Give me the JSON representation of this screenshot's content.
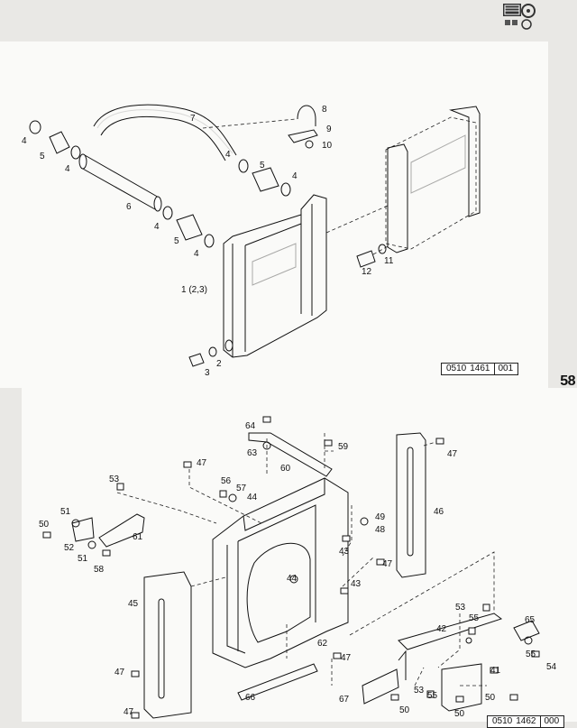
{
  "page_number": "58",
  "top_reference": [
    "0510",
    "1461",
    "001"
  ],
  "bottom_reference": [
    "0510",
    "1462",
    "000"
  ],
  "top_callouts": [
    "7",
    "8",
    "9",
    "10",
    "4",
    "5",
    "4",
    "4",
    "5",
    "4",
    "6",
    "4",
    "5",
    "4",
    "12",
    "11",
    "1 (2,3)",
    "3",
    "2"
  ],
  "bottom_callouts": [
    "64",
    "59",
    "47",
    "63",
    "60",
    "53",
    "47",
    "56",
    "57",
    "44",
    "51",
    "50",
    "52",
    "61",
    "51",
    "58",
    "49",
    "48",
    "46",
    "43",
    "47",
    "43",
    "44",
    "45",
    "53",
    "55",
    "65",
    "42",
    "55",
    "54",
    "62",
    "47",
    "41",
    "47",
    "53",
    "55",
    "67",
    "66",
    "50",
    "50",
    "50",
    "47"
  ],
  "icons": {
    "corner": "radiator-group-icon"
  }
}
